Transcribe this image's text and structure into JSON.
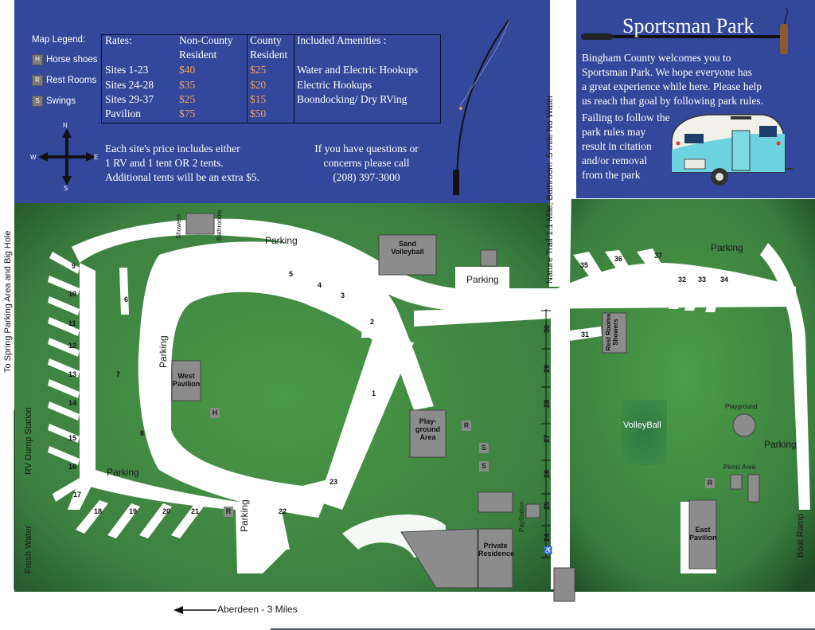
{
  "legend": {
    "title": "Map Legend:",
    "items": [
      {
        "key": "H",
        "label": "Horse shoes"
      },
      {
        "key": "R",
        "label": "Rest Rooms"
      },
      {
        "key": "S",
        "label": "Swings"
      }
    ]
  },
  "rates": {
    "header_rates": "Rates:",
    "header_noncounty_1": "Non-County",
    "header_noncounty_2": "Resident",
    "header_county_1": "County",
    "header_county_2": "Resident",
    "rows": [
      {
        "site": "Sites 1-23",
        "non_county": "$40",
        "county": "$25"
      },
      {
        "site": "Sites 24-28",
        "non_county": "$35",
        "county": "$20"
      },
      {
        "site": "Sites 29-37",
        "non_county": "$25",
        "county": "$15"
      },
      {
        "site": "Pavilion",
        "non_county": "$75",
        "county": "$50"
      }
    ],
    "amenities_header": "Included Amenities :",
    "amenities": [
      "Water and Electric Hookups",
      "Electric Hookups",
      "Boondocking/ Dry RVing"
    ]
  },
  "compass": {
    "n": "N",
    "s": "S",
    "e": "E",
    "w": "W"
  },
  "price_note": [
    "Each site's price includes either",
    "1 RV and 1 tent OR 2 tents.",
    "Additional tents will be an extra $5."
  ],
  "contact_note": [
    "If you have questions or",
    "concerns please call",
    "(208) 397-3000"
  ],
  "park": {
    "title": "Sportsman Park",
    "welcome": [
      "Bingham County welcomes you to",
      "Sportsman Park. We hope everyone has",
      "a great experience while here. Please help",
      "us reach that goal by following park rules."
    ],
    "warning": [
      "Failing to follow the",
      "park rules may",
      "result in citation",
      "and/or removal",
      "from the park"
    ]
  },
  "map": {
    "road_left": "To Spring Parking Area and Big Hole",
    "rv_dump": "RV Dump Station",
    "fresh_water": "Fresh Water",
    "nature_trail": "Nature Trail  1.1 Mile,  Bathroom .5 mile  No Water",
    "aberdeen": "Aberdeen - 3 Miles",
    "boat_ramp": "Boat Ramp",
    "parking": "Parking",
    "showers": "Showers",
    "bathrooms": "Bathrooms",
    "sand_volleyball": [
      "Sand",
      "Volleyball"
    ],
    "west_pavilion": [
      "West",
      "Pavilion"
    ],
    "playground_area": [
      "Play-",
      "ground",
      "Area"
    ],
    "private_residence": [
      "Private",
      "Residence"
    ],
    "paystation": "PayStation",
    "rest_rooms_showers": [
      "Rest Rooms",
      "Showers"
    ],
    "volleyball": "VolleyBall",
    "playground": "Playground",
    "picnic_area": "Picnic Area",
    "east_pavilion": [
      "East",
      "Pavilion"
    ],
    "sym_h": "H",
    "sym_r": "R",
    "sym_s": "S",
    "accessible": "♿",
    "sites": [
      "1",
      "2",
      "3",
      "4",
      "5",
      "6",
      "7",
      "8",
      "9",
      "10",
      "11",
      "12",
      "13",
      "14",
      "15",
      "16",
      "17",
      "18",
      "19",
      "20",
      "21",
      "22",
      "23",
      "24",
      "25",
      "26",
      "27",
      "28",
      "29",
      "30",
      "31",
      "32",
      "33",
      "34",
      "35",
      "36",
      "37"
    ]
  },
  "colors": {
    "panel_blue": "#33489a",
    "grass_green": "#3f8a3e",
    "grass_edge": "#1d4a22",
    "road": "#ffffff",
    "building": "#8c8c8c",
    "price_orange": "#f4a05a"
  }
}
